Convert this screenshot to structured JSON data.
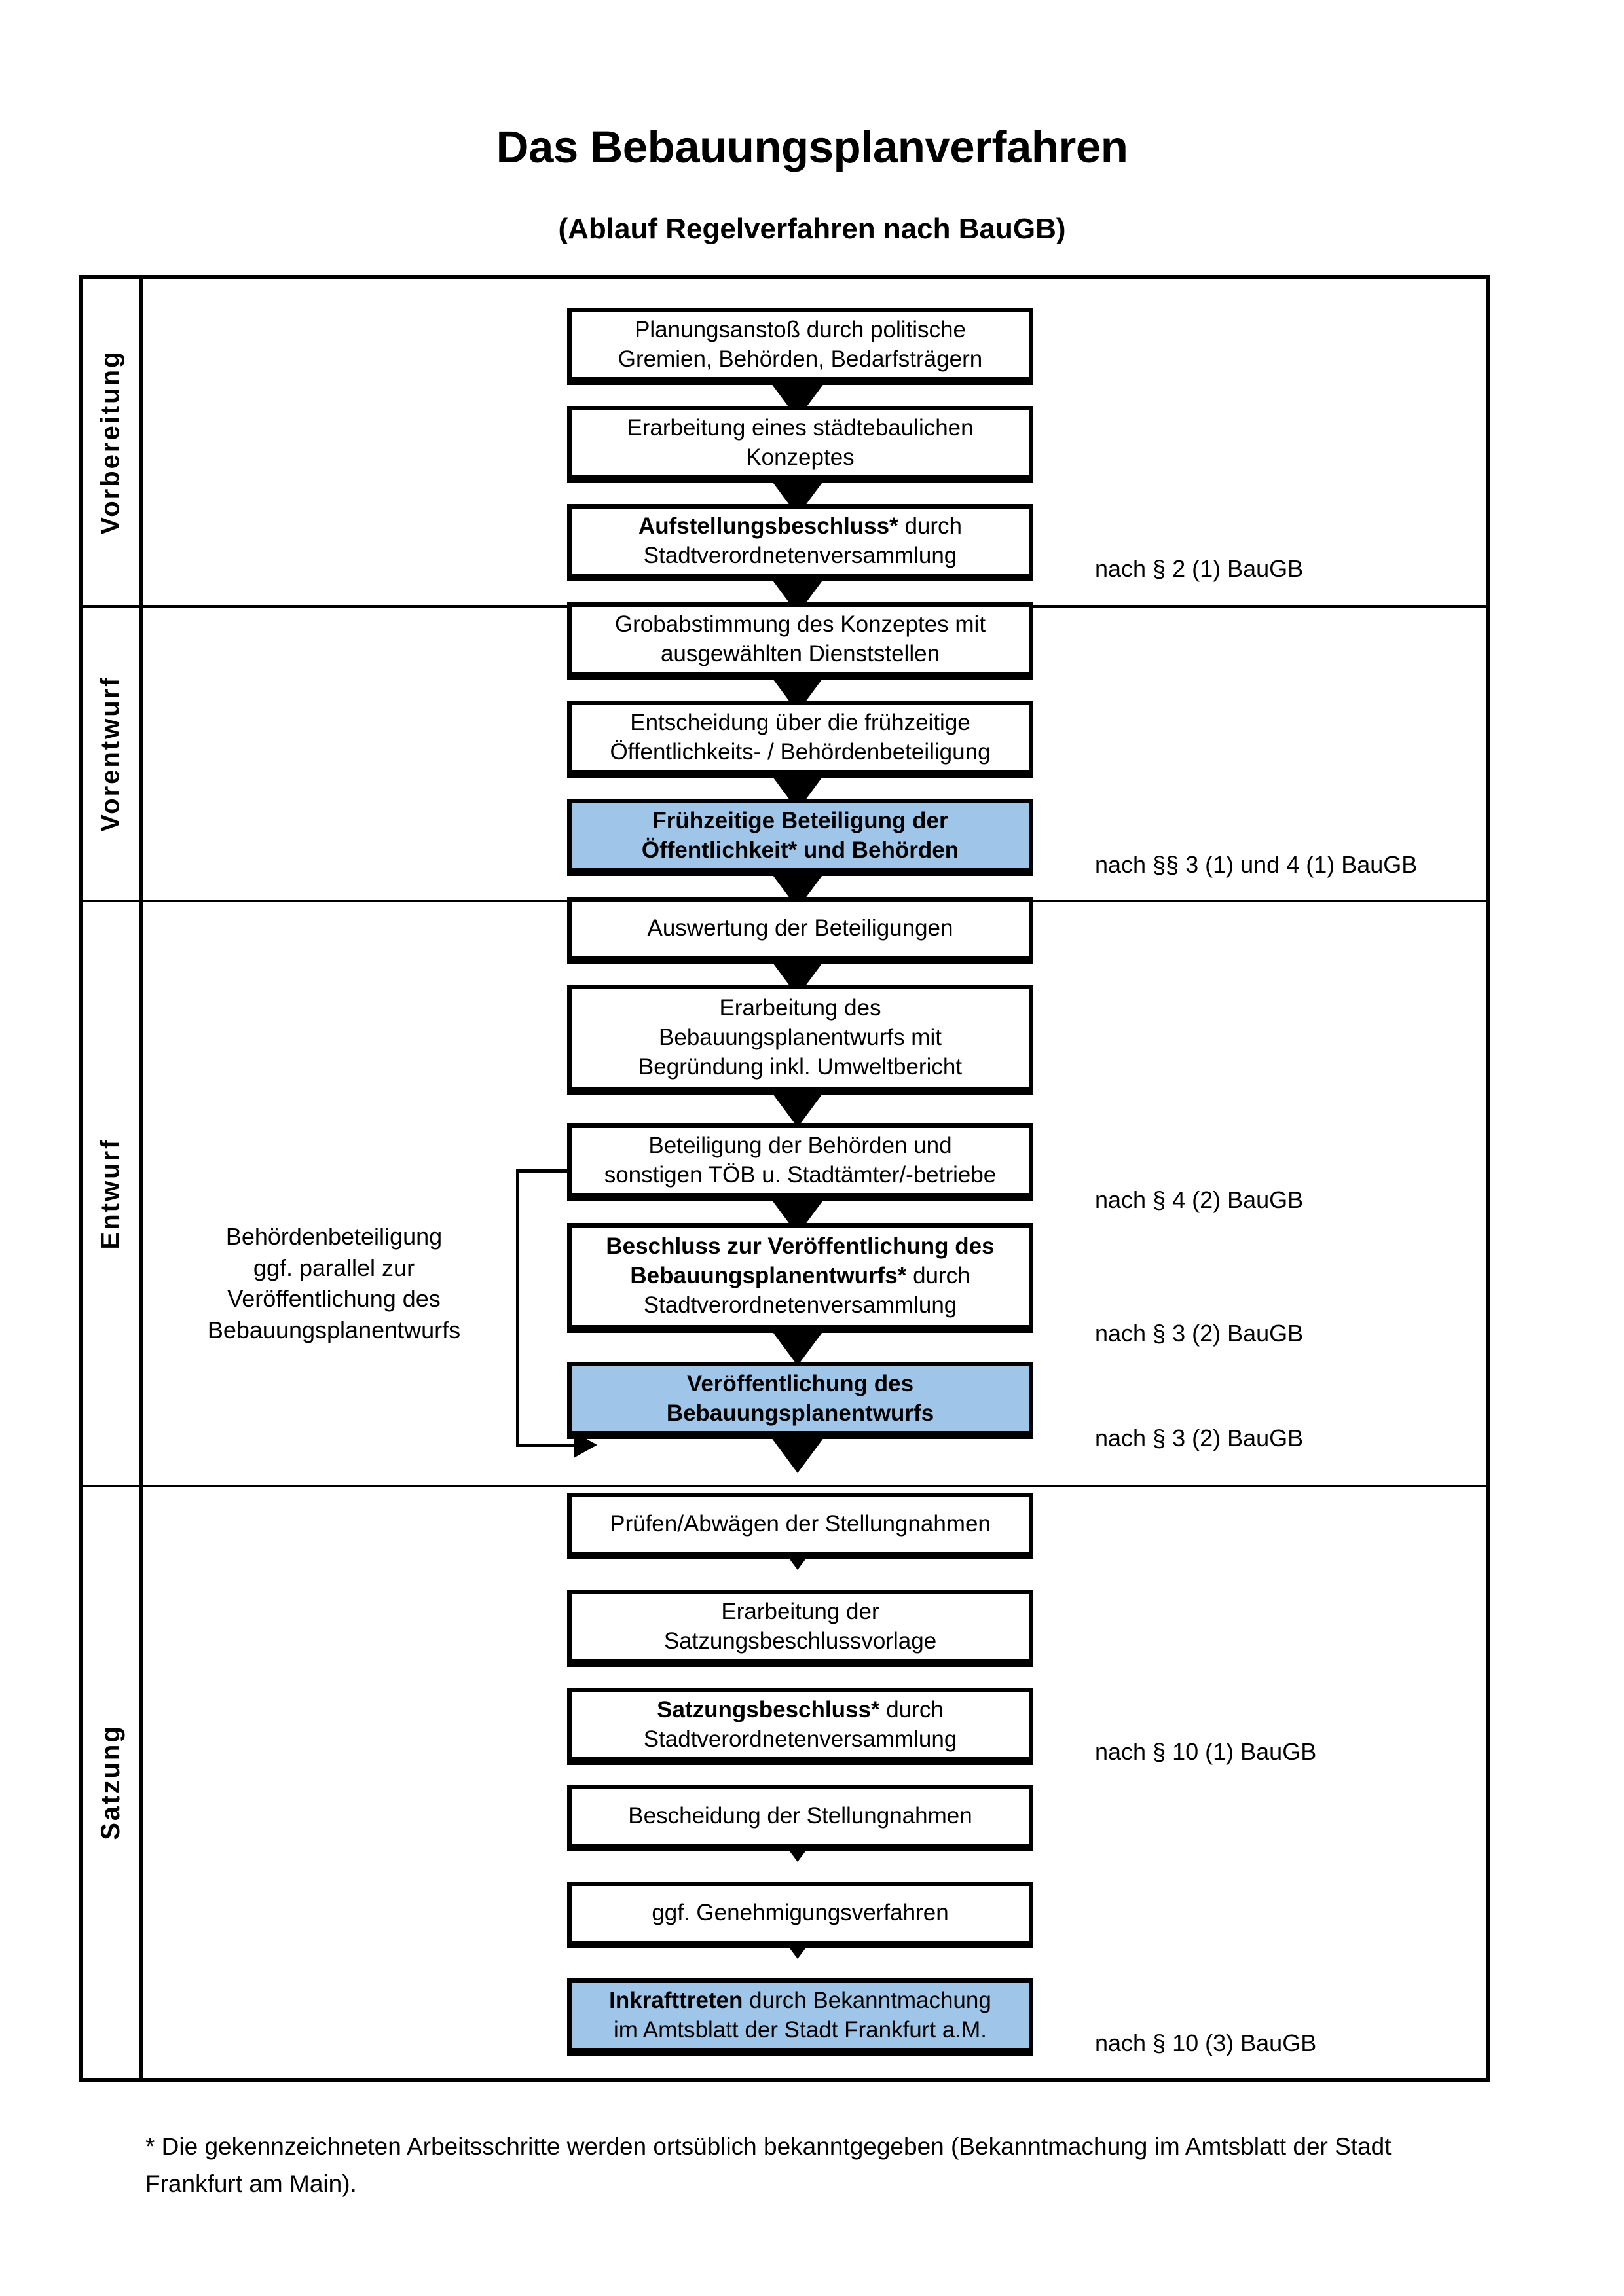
{
  "header": {
    "title": "Das Bebauungsplanverfahren",
    "subtitle": "(Ablauf Regelverfahren nach BauGB)"
  },
  "lanes": [
    {
      "id": "vorbereitung",
      "label": "Vorbereitung",
      "bg": "#F0F0F0"
    },
    {
      "id": "vorentwurf",
      "label": "Vorentwurf",
      "bg": "#E6E6E6"
    },
    {
      "id": "entwurf",
      "label": "Entwurf",
      "bg": "#D9D9D9"
    },
    {
      "id": "satzung",
      "label": "Satzung",
      "bg": "#BEBEBE"
    }
  ],
  "steps": [
    {
      "id": "s1",
      "lane": "vorbereitung",
      "style": "plain",
      "line1": "Planungsanstoß durch politische",
      "line2": "Gremien, Behörden, Bedarfsträgern",
      "line3": ""
    },
    {
      "id": "s2",
      "lane": "vorbereitung",
      "style": "plain",
      "line1": "Erarbeitung eines städtebaulichen",
      "line2": "Konzeptes",
      "line3": ""
    },
    {
      "id": "s3",
      "lane": "vorbereitung",
      "style": "plain",
      "line1_bold": "Aufstellungsbeschluss*",
      "line1_rest": " durch",
      "line2": "Stadtverordnetenversammlung",
      "line3": ""
    },
    {
      "id": "s4",
      "lane": "vorentwurf",
      "style": "plain",
      "line1": "Grobabstimmung des Konzeptes mit",
      "line2": "ausgewählten Dienststellen",
      "line3": ""
    },
    {
      "id": "s5",
      "lane": "vorentwurf",
      "style": "plain",
      "line1": "Entscheidung über die frühzeitige",
      "line2": "Öffentlichkeits- / Behördenbeteiligung",
      "line3": ""
    },
    {
      "id": "s6",
      "lane": "vorentwurf",
      "style": "blue",
      "line1_bold": "Frühzeitige Beteiligung der",
      "line2_bold": "Öffentlichkeit* und Behörden",
      "line3": ""
    },
    {
      "id": "s7",
      "lane": "entwurf",
      "style": "plain",
      "line1": "Auswertung der Beteiligungen",
      "line2": "",
      "line3": ""
    },
    {
      "id": "s8",
      "lane": "entwurf",
      "style": "plain",
      "line1": "Erarbeitung des",
      "line2": "Bebauungsplanentwurfs mit",
      "line3": "Begründung inkl. Umweltbericht"
    },
    {
      "id": "s9",
      "lane": "entwurf",
      "style": "plain",
      "line1": "Beteiligung der Behörden und",
      "line2": "sonstigen TÖB u. Stadtämter/-betriebe",
      "line3": ""
    },
    {
      "id": "s10",
      "lane": "entwurf",
      "style": "plain",
      "line1_bold": "Beschluss zur Veröffentlichung des",
      "line2_bold": "Bebauungsplanentwurfs*",
      "line2_rest": " durch",
      "line3": "Stadtverordnetenversammlung"
    },
    {
      "id": "s11",
      "lane": "entwurf",
      "style": "blue",
      "line1_bold": "Veröffentlichung des",
      "line2_bold": "Bebauungsplanentwurfs",
      "line3": ""
    },
    {
      "id": "s12",
      "lane": "satzung",
      "style": "plain",
      "line1": "Prüfen/Abwägen der Stellungnahmen",
      "line2": "",
      "line3": ""
    },
    {
      "id": "s13",
      "lane": "satzung",
      "style": "plain",
      "line1": "Erarbeitung der",
      "line2": "Satzungsbeschlussvorlage",
      "line3": ""
    },
    {
      "id": "s14",
      "lane": "satzung",
      "style": "plain",
      "line1_bold": "Satzungsbeschluss*",
      "line1_rest": " durch",
      "line2": "Stadtverordnetenversammlung",
      "line3": ""
    },
    {
      "id": "s15",
      "lane": "satzung",
      "style": "plain",
      "line1": "Bescheidung der Stellungnahmen",
      "line2": "",
      "line3": ""
    },
    {
      "id": "s16",
      "lane": "satzung",
      "style": "plain",
      "line1": "ggf. Genehmigungsverfahren",
      "line2": "",
      "line3": ""
    },
    {
      "id": "s17",
      "lane": "satzung",
      "style": "blue",
      "line1_bold": "Inkrafttreten",
      "line1_rest": " durch Bekanntmachung",
      "line2": "im Amtsblatt der Stadt Frankfurt a.M.",
      "line3": ""
    }
  ],
  "notes": [
    {
      "id": "n1",
      "text": "nach § 2 (1) BauGB",
      "for": "s3"
    },
    {
      "id": "n2",
      "text": "nach §§ 3 (1) und 4 (1) BauGB",
      "for": "s6"
    },
    {
      "id": "n3",
      "text": "nach § 4 (2) BauGB",
      "for": "s9"
    },
    {
      "id": "n4",
      "text": "nach § 3 (2) BauGB",
      "for": "s10"
    },
    {
      "id": "n5",
      "text": "nach § 3 (2) BauGB",
      "for": "s11"
    },
    {
      "id": "n6",
      "text": "nach § 10 (1) BauGB",
      "for": "s14"
    },
    {
      "id": "n7",
      "text": "nach § 10 (3) BauGB",
      "for": "s17"
    }
  ],
  "sidenote": {
    "line1": "Behördenbeteiligung",
    "line2": "ggf. parallel zur",
    "line3": "Veröffentlichung des",
    "line4": "Bebauungsplanentwurfs"
  },
  "footnote": {
    "text": "* Die gekennzeichneten Arbeitsschritte werden ortsüblich bekanntgegeben (Bekanntmachung im Amtsblatt  der Stadt Frankfurt am Main)."
  },
  "colors": {
    "accent_blue": "#9FC5E8",
    "line": "#000000",
    "band_1": "#F0F0F0",
    "band_2": "#E6E6E6",
    "band_3": "#D9D9D9",
    "band_4": "#BEBEBE"
  }
}
